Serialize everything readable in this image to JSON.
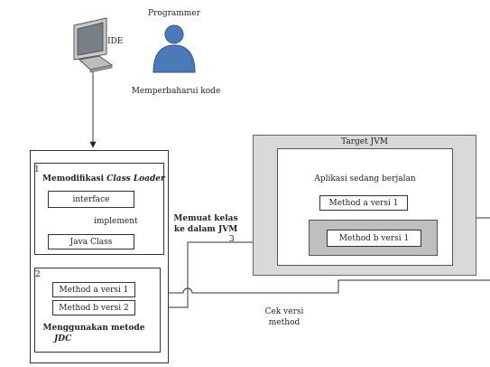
{
  "actor": {
    "ide_label": "IDE",
    "role_label": "Programmer",
    "action_label": "Memperbaharui kode"
  },
  "panel1": {
    "number": "1",
    "title_prefix": "Memodifikasi",
    "title_italic": "Class Loader",
    "interface_label": "interface",
    "implement_label": "implement",
    "java_class_label": "Java Class"
  },
  "panel2": {
    "number": "2",
    "method_a_label": "Method a versi 1",
    "method_b_label": "Method b versi 2",
    "caption_line1": "Menggunakan metode",
    "caption_line2": "JDC"
  },
  "target_jvm": {
    "title": "Target JVM",
    "app_label": "Aplikasi sedang berjalan",
    "method_a_label": "Method a versi 1",
    "method_b_label": "Method b versi 1"
  },
  "connectors": {
    "load_line1": "Memuat kelas",
    "load_line2": "ke dalam JVM",
    "step3": "3",
    "check_line1": "Cek versi",
    "check_line2": "method"
  },
  "colors": {
    "jvm_fill": "#d9d9d9",
    "inner_fill": "#bfbfbf",
    "person": "#4a7ab8"
  }
}
